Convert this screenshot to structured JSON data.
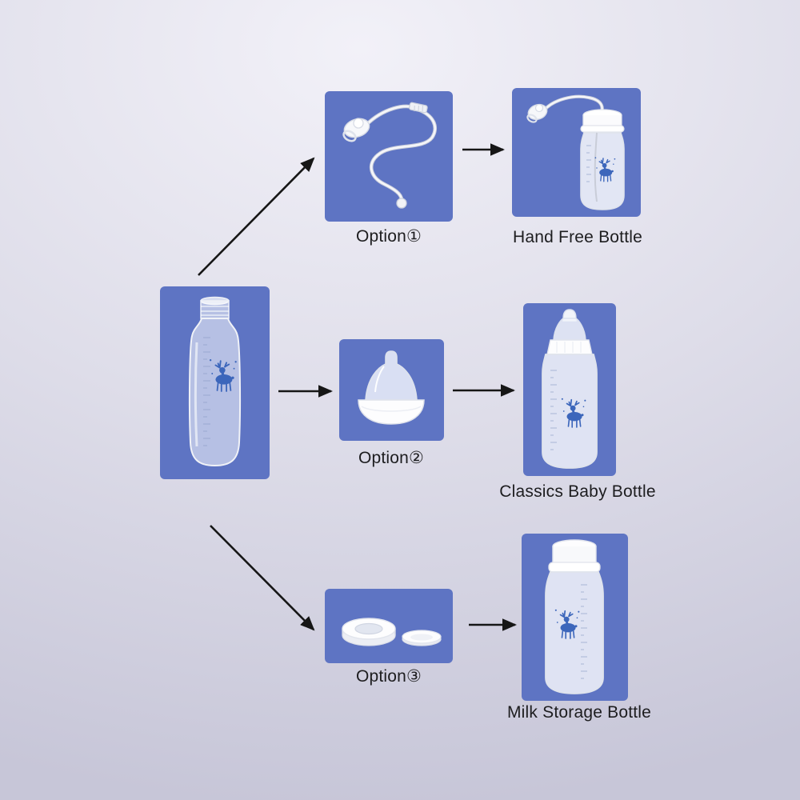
{
  "colors": {
    "panel": "#5e74c3",
    "arrow": "#161616",
    "bottle_print": "#3c66bb"
  },
  "source": {
    "icon": "wide-neck-bottle-icon"
  },
  "options": [
    {
      "label": "Option①",
      "icon": "pacifier-tube-icon",
      "result": "Hand Free Bottle",
      "result_icon": "hand-free-bottle-icon"
    },
    {
      "label": "Option②",
      "icon": "nipple-collar-icon",
      "result": "Classics Baby Bottle",
      "result_icon": "classic-baby-bottle-icon"
    },
    {
      "label": "Option③",
      "icon": "storage-lids-icon",
      "result": "Milk Storage Bottle",
      "result_icon": "milk-storage-bottle-icon"
    }
  ]
}
